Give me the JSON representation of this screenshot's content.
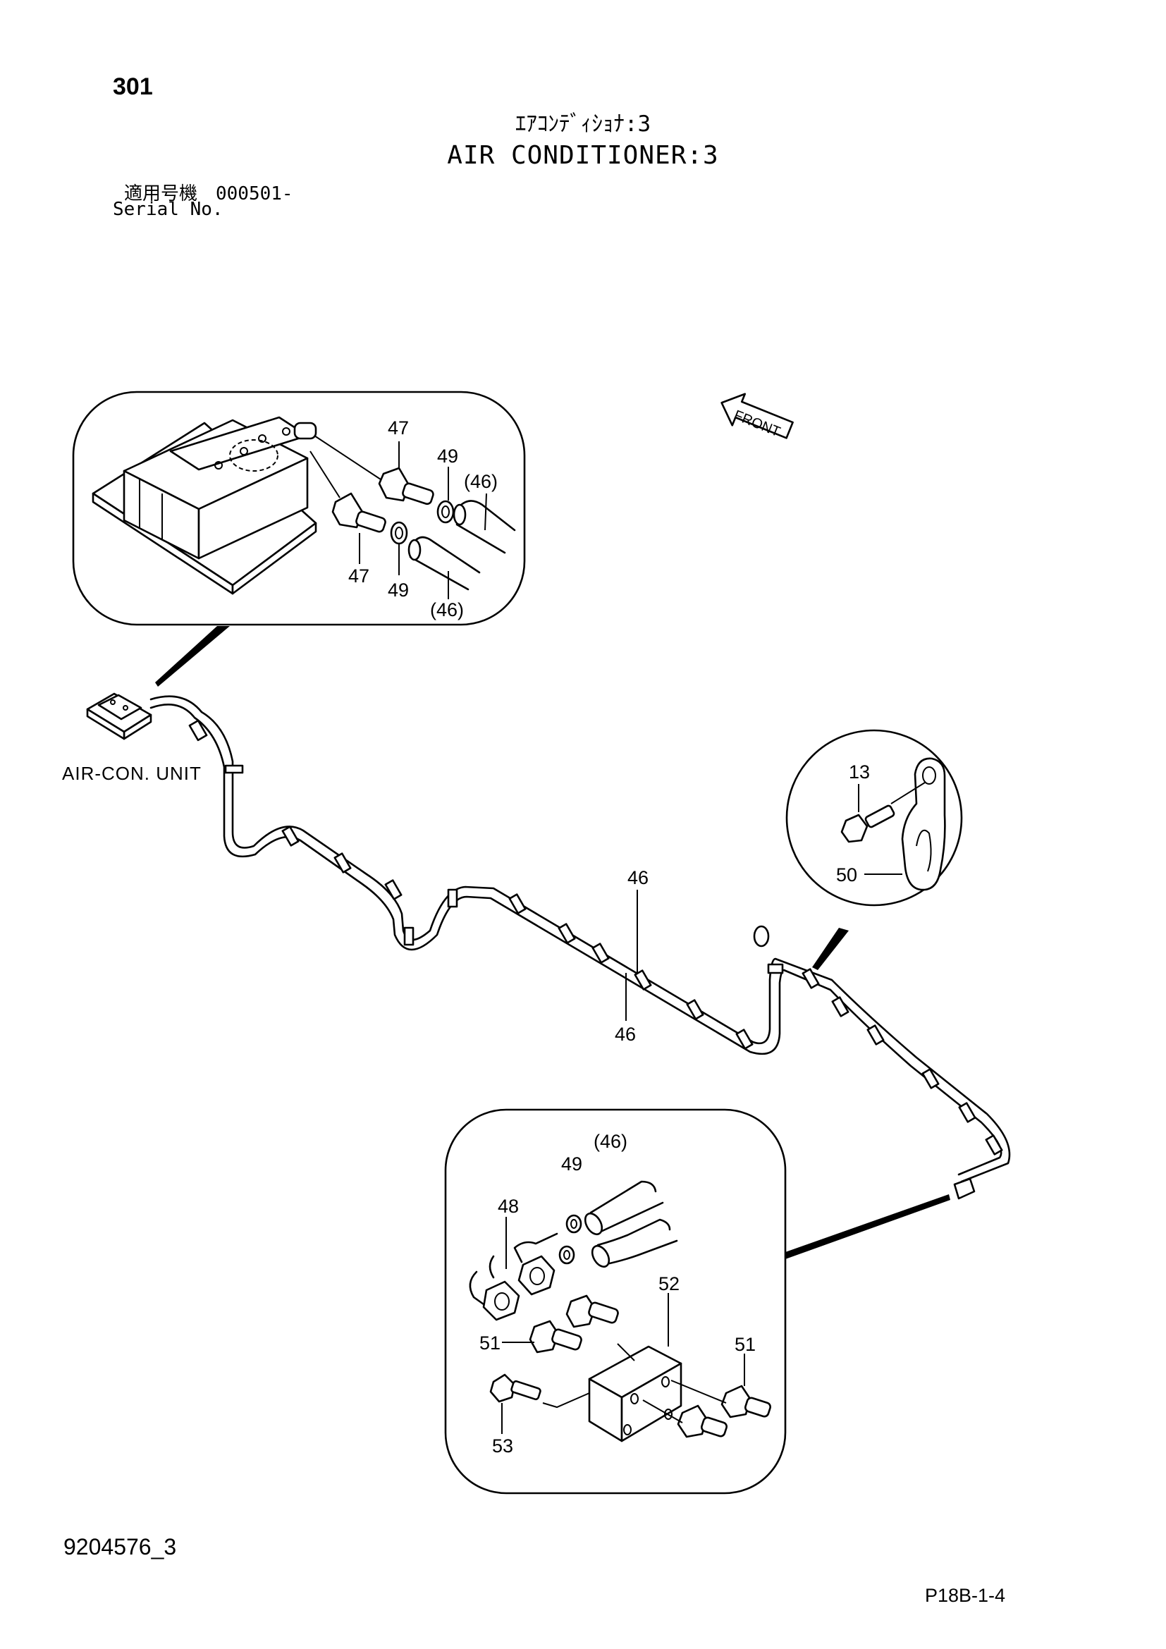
{
  "header": {
    "page_number": "301",
    "title_jp": "ｴｱｺﾝﾃﾞｨｼｮﾅ:3",
    "title_en": "AIR CONDITIONER:3",
    "serial_jp": "適用号機　000501-",
    "serial_en": "Serial No."
  },
  "diagram": {
    "front_arrow_label": "FRONT",
    "unit_label": "AIR-CON. UNIT",
    "callouts": {
      "c47a": "47",
      "c49a": "49",
      "c46a": "(46)",
      "c47b": "47",
      "c49b": "49",
      "c46b": "(46)",
      "c13": "13",
      "c50": "50",
      "c46c": "46",
      "c46d": "46",
      "c46e": "(46)",
      "c49c": "49",
      "c48": "48",
      "c52": "52",
      "c51a": "51",
      "c51b": "51",
      "c53": "53"
    }
  },
  "footer": {
    "doc_id": "9204576_3",
    "page_ref": "P18B-1-4"
  }
}
